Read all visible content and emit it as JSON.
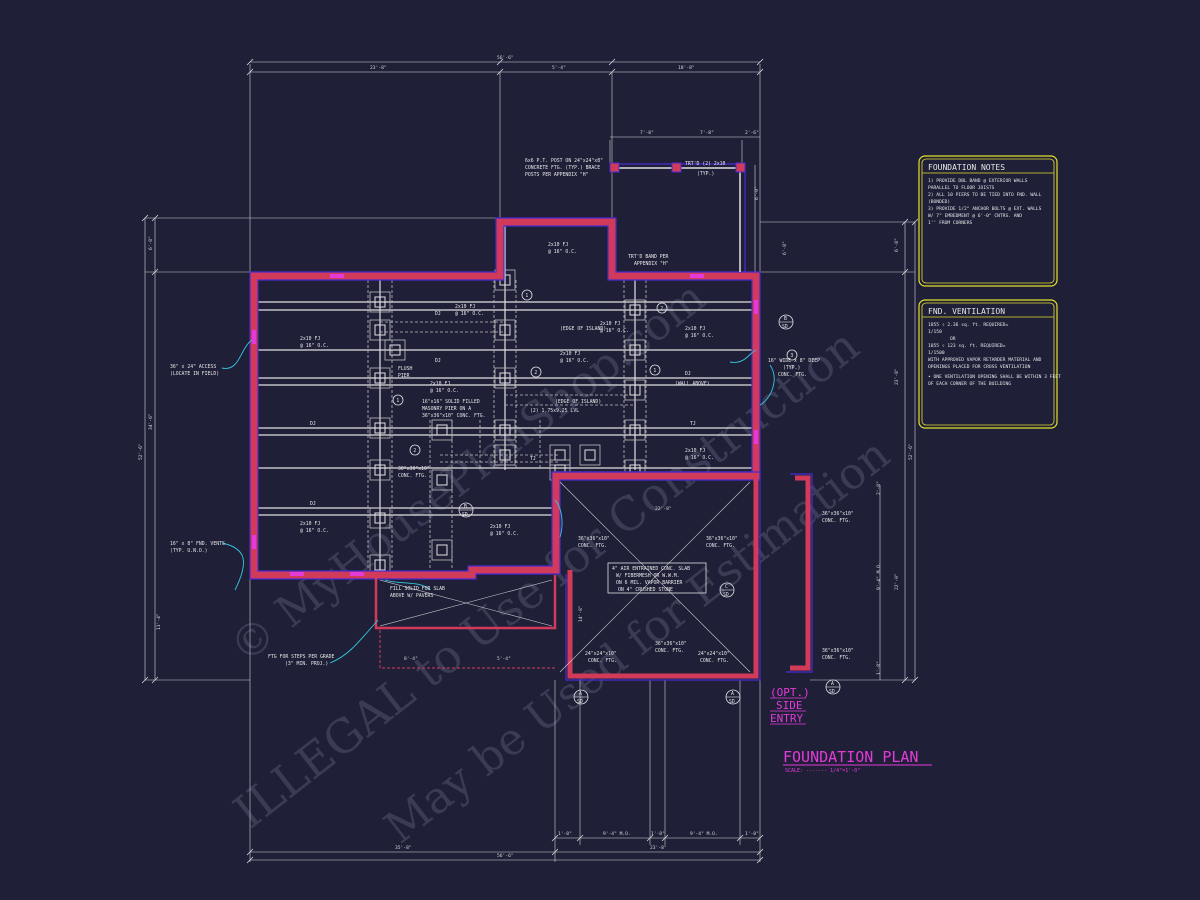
{
  "colors": {
    "background": "#1f2038",
    "wall": "#d23a5a",
    "wall_outline": "#4a2bd0",
    "dimension": "#d8d8d8",
    "cyan": "#35c7e0",
    "notes_border": "#e5e02a",
    "magenta": "#e33ad8",
    "watermark": "#3a3b55"
  },
  "title": {
    "main": "FOUNDATION PLAN",
    "scale": "SCALE: ------- 1/4\"=1'-0\""
  },
  "side_entry": {
    "line1": "(OPT.)",
    "line2": "SIDE",
    "line3": "ENTRY"
  },
  "notes": {
    "title": "FOUNDATION NOTES",
    "lines": [
      "1) PROVIDE DBL BAND @ EXTERIOR WALLS",
      "   PARALLEL TO FLOOR JOISTS",
      "2) ALL 10 PIERS TO BE TIED INTO FND. WALL",
      "   (BONDED)",
      "3) PROVIDE 1/2\" ANCHOR BOLTS @ EXT. WALLS",
      "   W/ 7\" EMBEDMENT @ 6'-0\" CNTRS. AND",
      "   1'' FROM CORNERS"
    ]
  },
  "ventilation": {
    "title": "FND. VENTILATION",
    "lines": [
      "1855 ÷ 2.36 sq. ft. REQUIRED=",
      "1/150",
      "OR",
      "1855 ÷ 123 sq. ft. REQUIRED=",
      "1/1500",
      "WITH APPROVED VAPOR RETARDER MATERIAL AND",
      "OPENINGS PLACED FOR CROSS VENTILATION",
      "• ONE VENTILATION OPENING SHALL BE WITHIN 3 FEET",
      "  OF EACH CORNER OF THE BUILDING"
    ]
  },
  "watermark": {
    "line1": "© MyHousePlanShop.com",
    "line2": "ILLEGAL to Use for Construction",
    "line3": "May be Used for Estimation"
  },
  "dimensions": {
    "overall_top": "56'-6\"",
    "top_a": "23'-8\"",
    "top_b": "5'-4\"",
    "top_c": "18'-8\"",
    "porch_a": "7'-8\"",
    "porch_b": "7'-8\"",
    "porch_c": "2'-6\"",
    "overall_bottom": "56'-6\"",
    "bottom_a": "35'-8\"",
    "bottom_b": "1'-8\"",
    "bottom_c": "9'-4\" M.O.",
    "bottom_d": "1'-8\"",
    "bottom_e": "9'-4\" M.O.",
    "bottom_f": "1'-8\"",
    "bottom_g": "23'-8\"",
    "left_overall": "52'-6\"",
    "left_a": "6'-8\"",
    "left_b": "34'-6\"",
    "left_c": "11'-4\"",
    "right_overall": "52'-6\"",
    "right_a": "6'-8\"",
    "right_b": "23'-8\"",
    "right_c": "22'-0\"",
    "garage_w": "22'-8\"",
    "garage_d": "14'-8\"",
    "step_a": "8'-4\"",
    "step_b": "5'-4\"",
    "porch_right_a": "6'-0\"",
    "porch_right_b": "6'-8\"",
    "entry_a": "2'-8\"",
    "entry_b": "9'-4\" M.O.",
    "entry_c": "1'-8\""
  },
  "labels": {
    "post": "6x6 P.T. POST ON 24\"x24\"x8\"",
    "post2": "CONCRETE FTG. (TYP.) BRACE",
    "post3": "POSTS PER APPENDIX \"H\"",
    "trtd": "TRT'D (2) 2x10",
    "trtd_typ": "(TYP.)",
    "trtd_band": "TRT'D BAND PER",
    "trtd_band2": "APPENDIX \"H\"",
    "fj_top": "2x10 FJ",
    "fj_top2": "@ 16\" O.C.",
    "fj_1": "2x10 FJ",
    "fj_1b": "@ 16\" O.C.",
    "fj_2": "2x10 FJ",
    "fj_2b": "@ 16\" O.C.",
    "fj_3": "2x10 FJ",
    "fj_3b": "@ 16\" O.C.",
    "fj_4": "2x10 FJ",
    "fj_4b": "@ 16\" O.C.",
    "fj_5": "2x10 FJ",
    "fj_5b": "@ 16\" O.C.",
    "fj_6": "2x10 FJ",
    "fj_6b": "@ 16\" O.C.",
    "fj_7": "2x10 FJ",
    "fj_7b": "@ 16\" O.C.",
    "fj_8": "2x10 FJ",
    "fj_8b": "@ 16\" O.C.",
    "fj_9": "2x10 FJ",
    "fj_9b": "@ 16\" O.C.",
    "dj": "DJ",
    "tj": "TJ",
    "access": "36\" x 24\" ACCESS",
    "access2": "(LOCATE IN FIELD)",
    "vents": "16\" x 8\" FND. VENTS",
    "vents2": "(TYP. U.N.O.)",
    "flush": "FLUSH",
    "flush2": "PIER",
    "solid": "16\"x16\" SOLID FILLED",
    "solid2": "MASONRY PIER ON A",
    "solid3": "36\"x36\"x10\" CONC. FTG.",
    "lvl": "(2) 1.75x9.25 LVL",
    "edge1": "(EDGE OF ISLAND)",
    "edge2": "(EDGE OF ISLAND)",
    "wall_above": "(WALL ABOVE)",
    "ftg30": "30\"x30\"x10\"",
    "ftg30b": "CONC. FTG.",
    "deep": "16\" WIDE x 8\" DEEP",
    "deep2": "(TYP.)",
    "deep3": "CONC. FTG.",
    "slab": "4\" AIR ENTRAINED CONC. SLAB",
    "slab2": "W/ FIBERMESH OR W.W.M.",
    "slab3": "ON 6 MIL. VAPOR BARRIER",
    "slab4": "ON 4\" CRUSHED STONE",
    "fill": "FILL SOLID FOR SLAB",
    "fill2": "ABOVE W/ PAVERS",
    "steps": "FTG FOR STEPS PER GRADE",
    "steps2": "(3\" MIN. PROJ.)",
    "g1": "36\"x36\"x10\"",
    "g1b": "CONC. FTG.",
    "g2": "36\"x36\"x10\"",
    "g2b": "CONC. FTG.",
    "g3": "36\"x36\"x10\"",
    "g3b": "CONC. FTG.",
    "g4": "24\"x24\"x10\"",
    "g4b": "CONC. FTG.",
    "g5": "24\"x24\"x10\"",
    "g5b": "CONC. FTG.",
    "e1": "36\"x36\"x10\"",
    "e1b": "CONC. FTG.",
    "e2": "36\"x36\"x10\"",
    "e2b": "CONC. FTG."
  },
  "sections": {
    "b": "B",
    "c": "C",
    "a": "A",
    "sd": "SD"
  },
  "callouts": [
    "1",
    "2",
    "3"
  ]
}
